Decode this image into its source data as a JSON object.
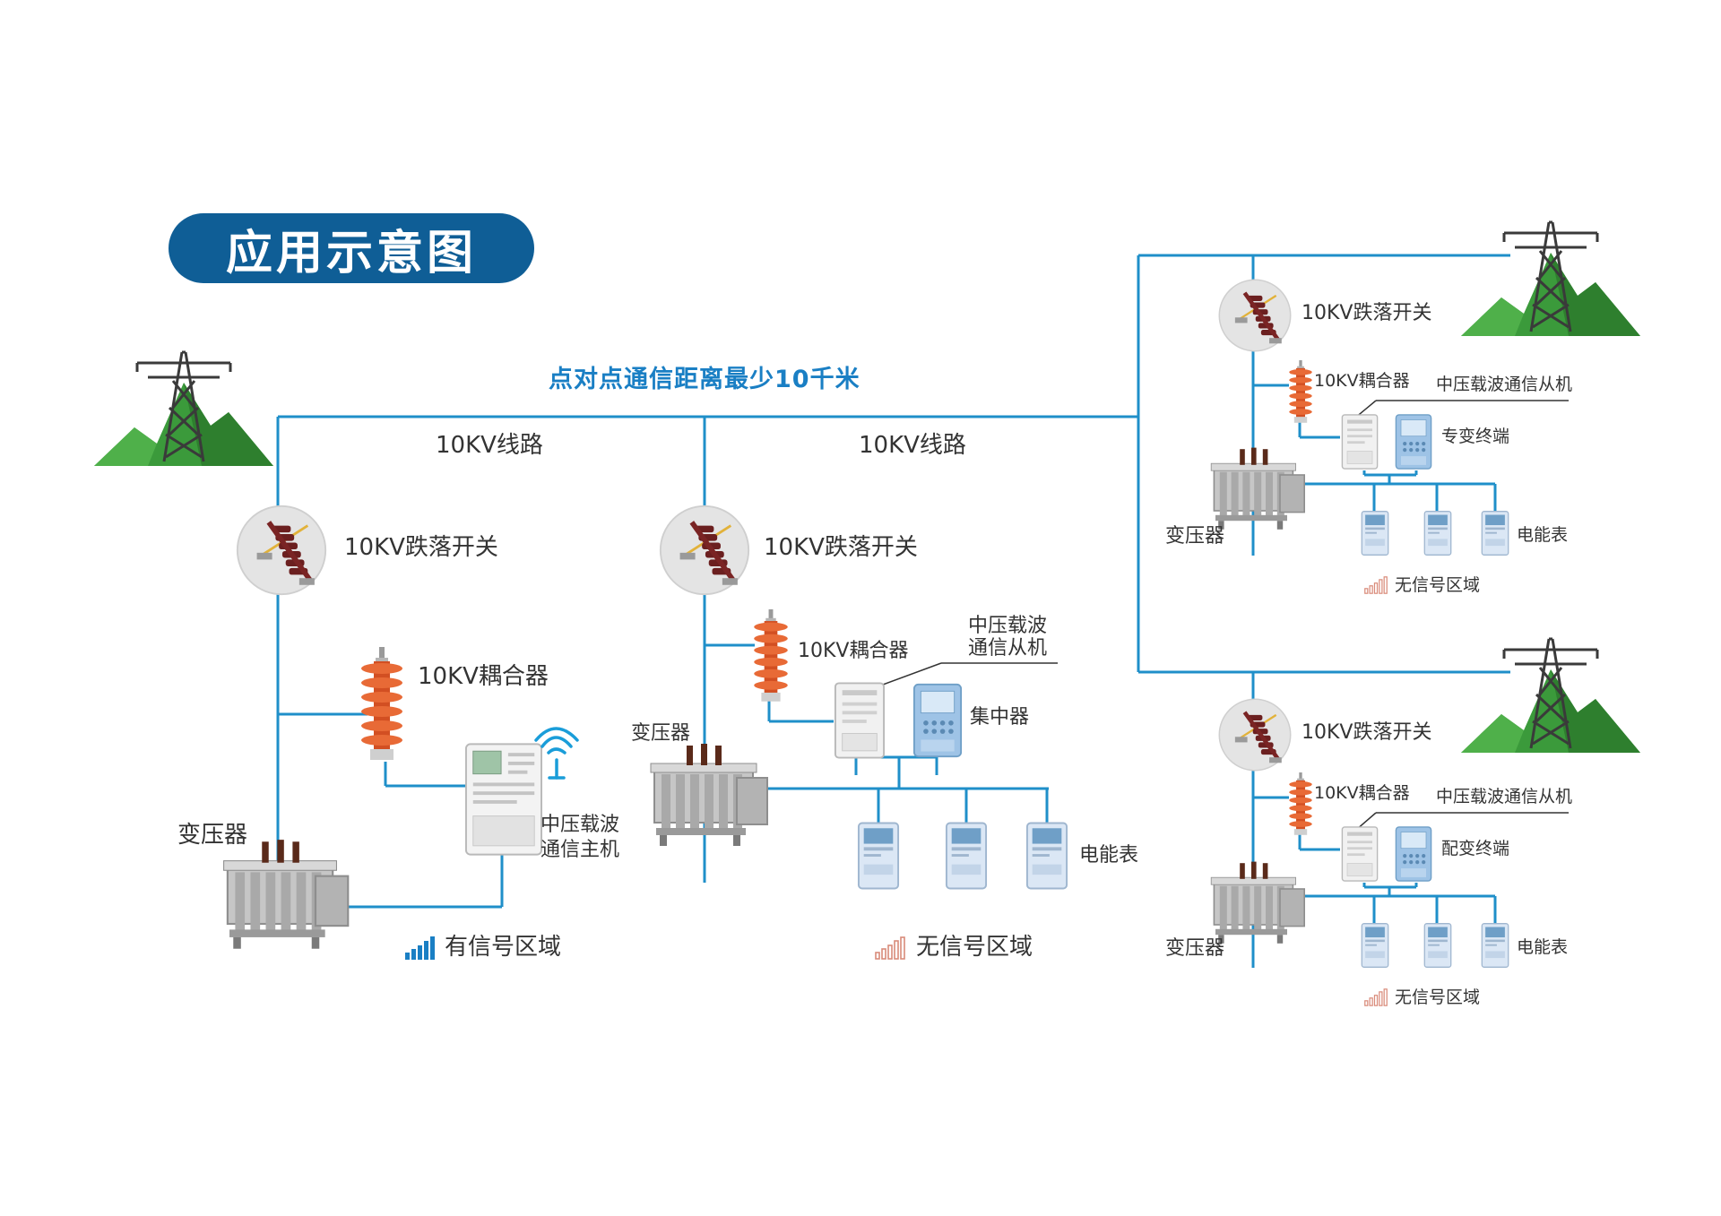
{
  "title": "应用示意图",
  "headline": "点对点通信距离最少10千米",
  "colors": {
    "line": "#1f8fc9",
    "pill": "#0f5e96",
    "arrester": "#e2602f",
    "mountain": "#3b9a3b",
    "signal_ok": "#1a7fc4",
    "signal_no": "#d98b7a"
  },
  "icons": {
    "tower": "pylon-icon",
    "switch": "drop-out-fuse-icon",
    "coupler": "surge-arrester-icon",
    "transformer": "transformer-icon",
    "meter": "energy-meter-icon",
    "wifi": "wifi-icon",
    "signal": "signal-bars-icon"
  },
  "segments": {
    "line_left": "10KV线路",
    "line_mid": "10KV线路"
  },
  "left": {
    "switch": "10KV跌落开关",
    "coupler": "10KV耦合器",
    "transformer": "变压器",
    "host_line1": "中压载波",
    "host_line2": "通信主机",
    "zone": "有信号区域"
  },
  "middle": {
    "switch": "10KV跌落开关",
    "coupler": "10KV耦合器",
    "transformer": "变压器",
    "slave_line1": "中压载波",
    "slave_line2": "通信从机",
    "concentrator": "集中器",
    "meters": "电能表",
    "zone": "无信号区域"
  },
  "right_top": {
    "switch": "10KV跌落开关",
    "coupler": "10KV耦合器",
    "slave": "中压载波通信从机",
    "terminal": "专变终端",
    "transformer": "变压器",
    "meters": "电能表",
    "zone": "无信号区域"
  },
  "right_bottom": {
    "switch": "10KV跌落开关",
    "coupler": "10KV耦合器",
    "slave": "中压载波通信从机",
    "terminal": "配变终端",
    "transformer": "变压器",
    "meters": "电能表",
    "zone": "无信号区域"
  }
}
